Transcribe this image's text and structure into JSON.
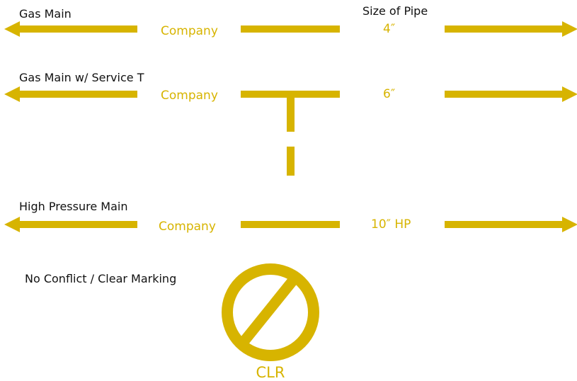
{
  "colors": {
    "mark": "#d7b400",
    "text": "#111111"
  },
  "header": {
    "size_of_pipe": "Size of Pipe"
  },
  "rows": [
    {
      "title": "Gas Main",
      "company": "Company",
      "size": "4″"
    },
    {
      "title": "Gas Main w/ Service T",
      "company": "Company",
      "size": "6″"
    },
    {
      "title": "High Pressure Main",
      "company": "Company",
      "size": "10″ HP"
    }
  ],
  "clear": {
    "title": "No Conflict / Clear Marking",
    "code": "CLR",
    "icon": "no-conflict-circle-slash"
  }
}
